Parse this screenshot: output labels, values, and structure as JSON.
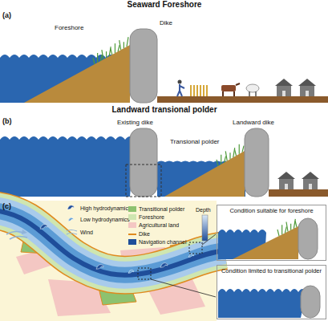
{
  "diagram": {
    "nodes": [
      {
        "text": [
          "Condition suitable for foreshore"
        ]
      },
      {
        "text": [
          "Condition limited to transitional polder"
        ]
      }
    ],
    "labels": [
      "Seaward Foreshore",
      "(a)",
      "Foreshore",
      "Dike",
      "Landward transional polder",
      "(b)",
      "Existing dike",
      "Transional polder",
      "Landward dike",
      "(c)",
      "Depth"
    ],
    "legend": [
      {
        "text": "High hydrodynamics"
      },
      {
        "text": "Low hydrodynamics"
      },
      {
        "text": "Wind"
      },
      {
        "text": "Transitional polder",
        "color": "#8dc26f"
      },
      {
        "text": "Foreshore",
        "color": "#cfe6b0"
      },
      {
        "text": "Agricultural land",
        "color": "#f4c7c3"
      },
      {
        "text": "Dike"
      },
      {
        "text": "Navigation channel",
        "color": "#1f4e9a"
      }
    ]
  }
}
